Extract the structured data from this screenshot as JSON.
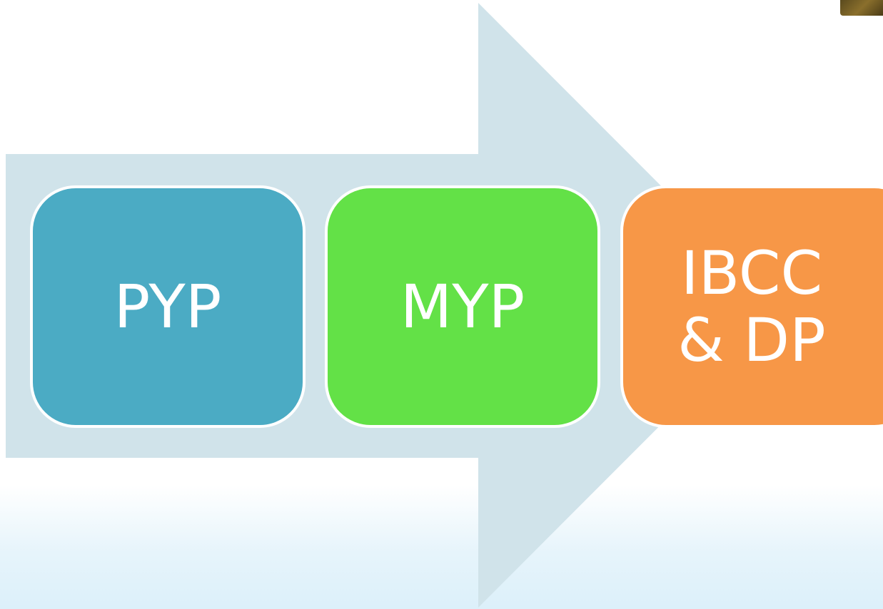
{
  "diagram": {
    "stages": [
      {
        "label": "PYP",
        "color": "#4babc4"
      },
      {
        "label": "MYP",
        "color": "#63e147"
      },
      {
        "label": "IBCC\n& DP",
        "color": "#f79747"
      }
    ],
    "arrow_color": "#d0e3ea"
  }
}
